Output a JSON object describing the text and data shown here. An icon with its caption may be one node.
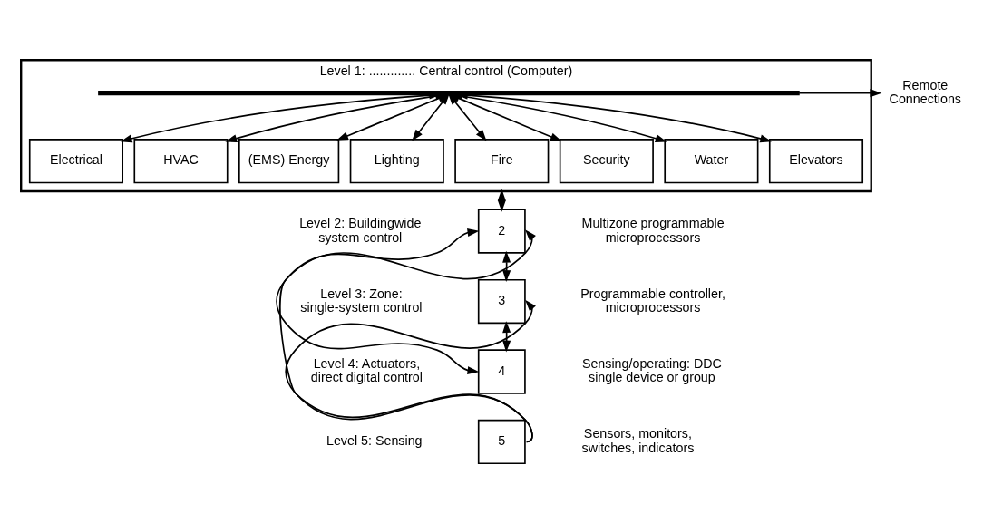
{
  "diagram": {
    "nodes": [
      {
        "text": [
          "Level 1: ............. Central control (Computer)"
        ]
      },
      {
        "text": [],
        "shape": "bar",
        "in": 0
      },
      {
        "text": [
          "Electrical"
        ],
        "in": 0
      },
      {
        "text": [
          "HVAC"
        ],
        "in": 0
      },
      {
        "text": [
          "(EMS) Energy"
        ],
        "in": 0
      },
      {
        "text": [
          "Lighting"
        ],
        "in": 0
      },
      {
        "text": [
          "Fire"
        ],
        "in": 0
      },
      {
        "text": [
          "Security"
        ],
        "in": 0
      },
      {
        "text": [
          "Water"
        ],
        "in": 0
      },
      {
        "text": [
          "Elevators"
        ],
        "in": 0
      },
      {
        "text": [
          "Remote Connections"
        ]
      },
      {
        "text": [
          "2"
        ]
      },
      {
        "text": [
          "3"
        ]
      },
      {
        "text": [
          "4"
        ]
      },
      {
        "text": [
          "5"
        ]
      }
    ],
    "edges": [
      {
        "from": 1,
        "to": 2,
        "arrow": "both"
      },
      {
        "from": 1,
        "to": 3,
        "arrow": "both"
      },
      {
        "from": 1,
        "to": 4,
        "arrow": "both"
      },
      {
        "from": 1,
        "to": 5,
        "arrow": "both"
      },
      {
        "from": 1,
        "to": 6,
        "arrow": "both"
      },
      {
        "from": 1,
        "to": 7,
        "arrow": "both"
      },
      {
        "from": 1,
        "to": 8,
        "arrow": "both"
      },
      {
        "from": 1,
        "to": 9,
        "arrow": "both"
      },
      {
        "from": 1,
        "to": 10,
        "arrow": "to"
      },
      {
        "from": 0,
        "to": 11,
        "arrow": "both"
      },
      {
        "from": 11,
        "to": 12,
        "arrow": "both"
      },
      {
        "from": 12,
        "to": 13,
        "arrow": "both"
      },
      {
        "from": 11,
        "to": 13,
        "arrow": "both"
      },
      {
        "from": 14,
        "to": 12,
        "arrow": "to"
      },
      {
        "from": 14,
        "to": 11,
        "arrow": "to"
      }
    ],
    "labels": [
      "Level 2: Buildingwide system control",
      "Multizone programmable microprocessors",
      "Level 3: Zone: single-system control",
      "Programmable controller, microprocessors",
      "Level 4: Actuators, direct digital control",
      "Sensing/operating: DDC single device or group",
      "Level 5: Sensing",
      "Sensors, monitors, switches, indicators"
    ]
  }
}
